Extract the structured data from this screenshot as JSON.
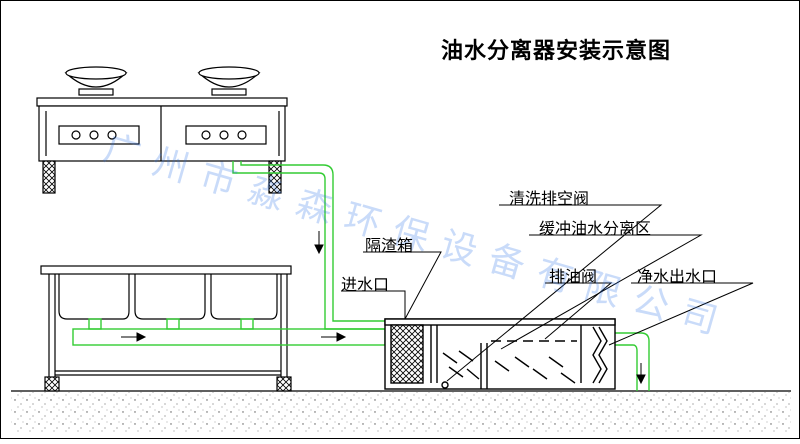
{
  "title": "油水分离器安装示意图",
  "labels": {
    "geshaxiang": "隔渣箱",
    "jinshuikou": "进水口",
    "qingxi": "清洗排空阀",
    "huanchong": "缓冲油水分离区",
    "paiyoufa": "排油阀",
    "jingshui": "净水出水口"
  },
  "watermark": "广州市淼森环保设备有限公司",
  "colors": {
    "pipe": "#33cc33",
    "line": "#000000",
    "watermark": "#2a6ee6"
  }
}
